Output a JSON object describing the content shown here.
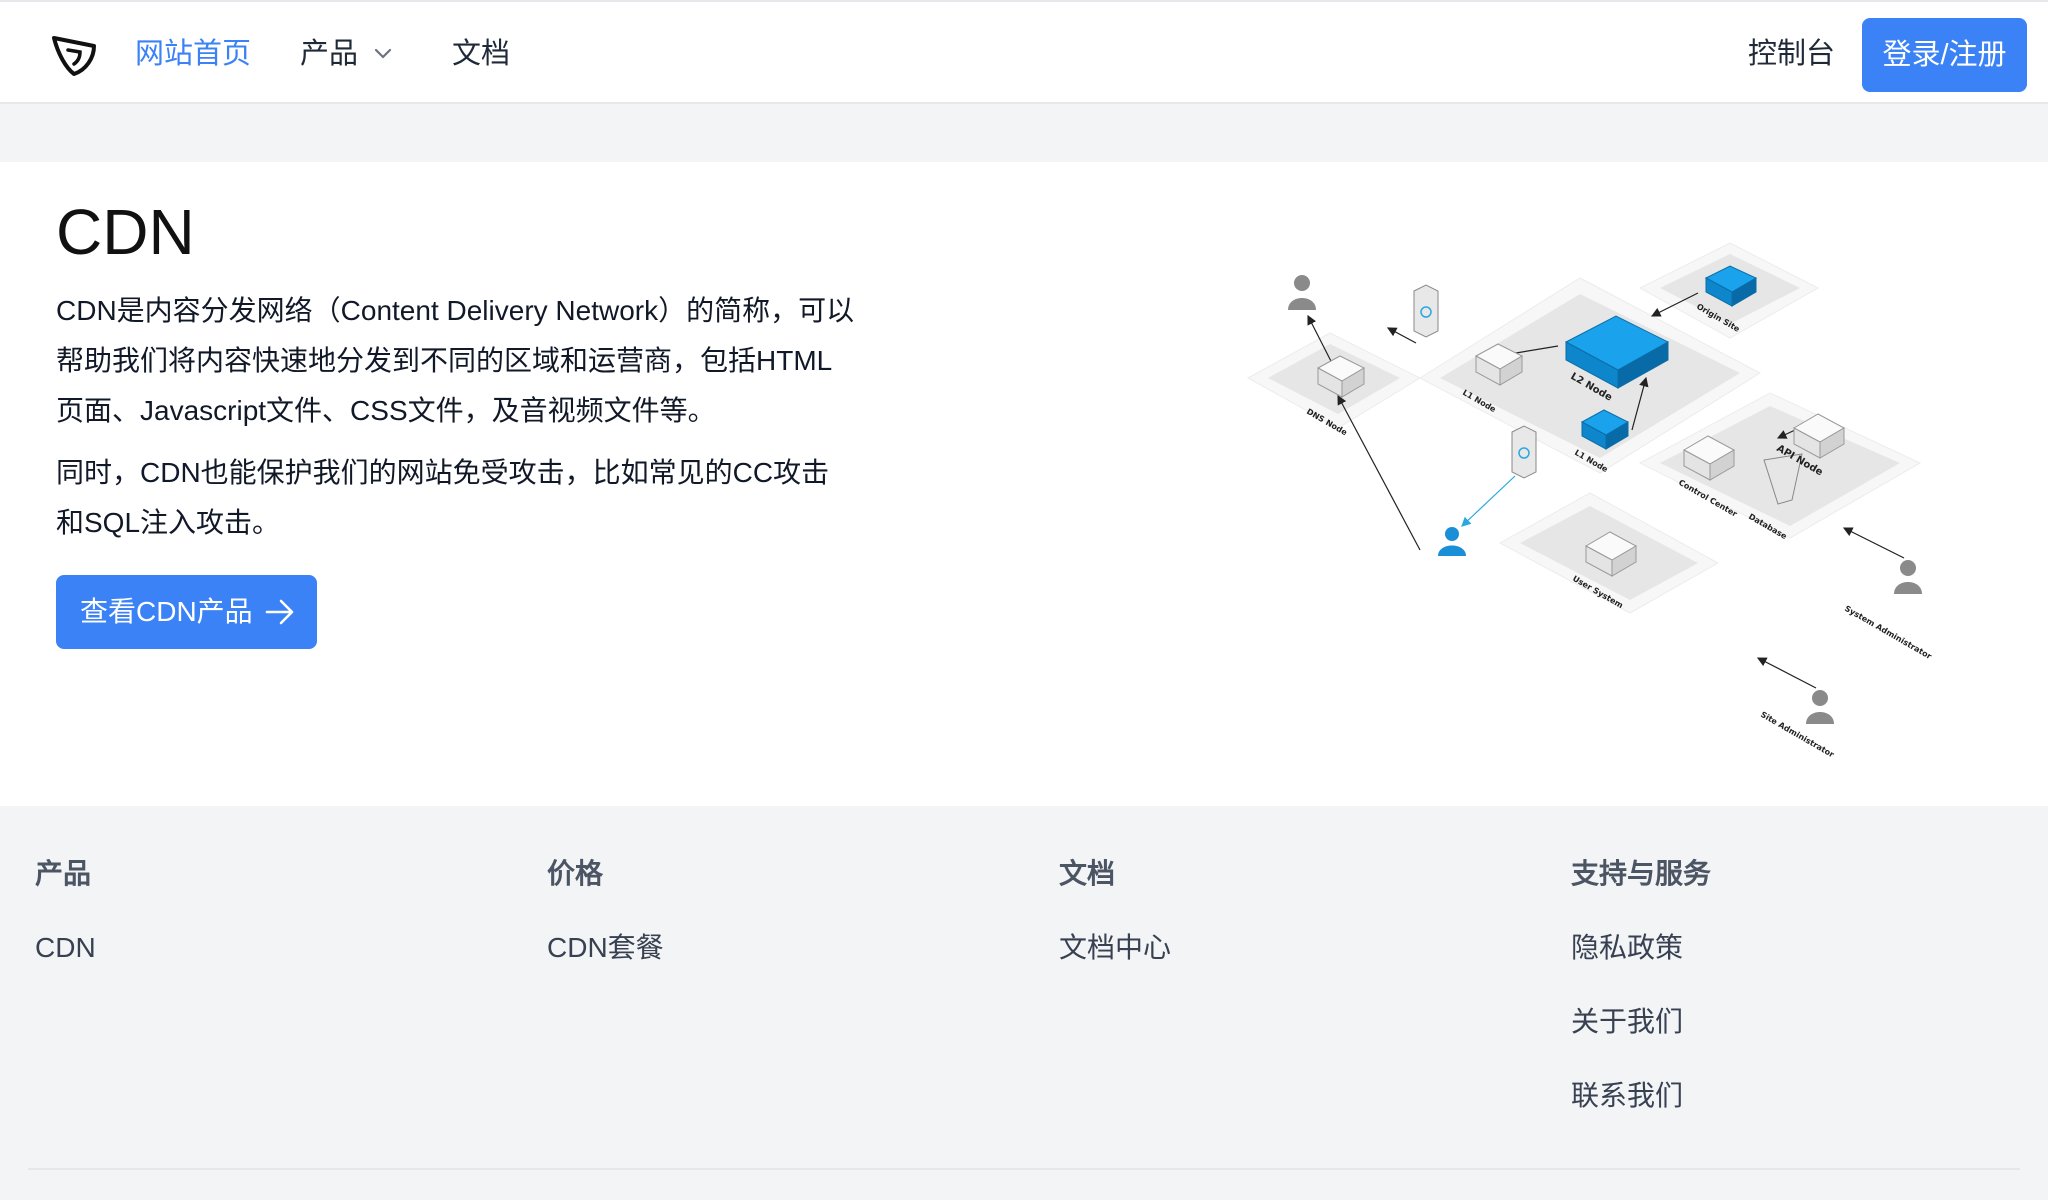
{
  "header": {
    "nav": {
      "home": "网站首页",
      "products": "产品",
      "docs": "文档"
    },
    "console": "控制台",
    "login": "登录/注册",
    "accent_color": "#3b82f6"
  },
  "hero": {
    "title": "CDN",
    "description": "CDN是内容分发网络（Content Delivery Network）的简称，可以帮助我们将内容快速地分发到不同的区域和运营商，包括HTML页面、Javascript文件、CSS文件，及音视频文件等。",
    "description2": "同时，CDN也能保护我们的网站免受攻击，比如常见的CC攻击和SQL注入攻击。",
    "cta": "查看CDN产品",
    "diagram_labels": {
      "dns_node": "DNS Node",
      "l1_node_top": "L1 Node",
      "l2_node": "L2 Node",
      "origin_site": "Origin Site",
      "l1_node_bottom": "L1 Node",
      "control_center": "Control Center",
      "api_node": "API Node",
      "database": "Database",
      "user_system": "User System",
      "system_administrator": "System Administrator",
      "site_administrator": "Site Administrator"
    }
  },
  "footer": {
    "columns": [
      {
        "heading": "产品",
        "links": [
          "CDN"
        ]
      },
      {
        "heading": "价格",
        "links": [
          "CDN套餐"
        ]
      },
      {
        "heading": "文档",
        "links": [
          "文档中心"
        ]
      },
      {
        "heading": "支持与服务",
        "links": [
          "隐私政策",
          "关于我们",
          "联系我们"
        ]
      }
    ]
  }
}
